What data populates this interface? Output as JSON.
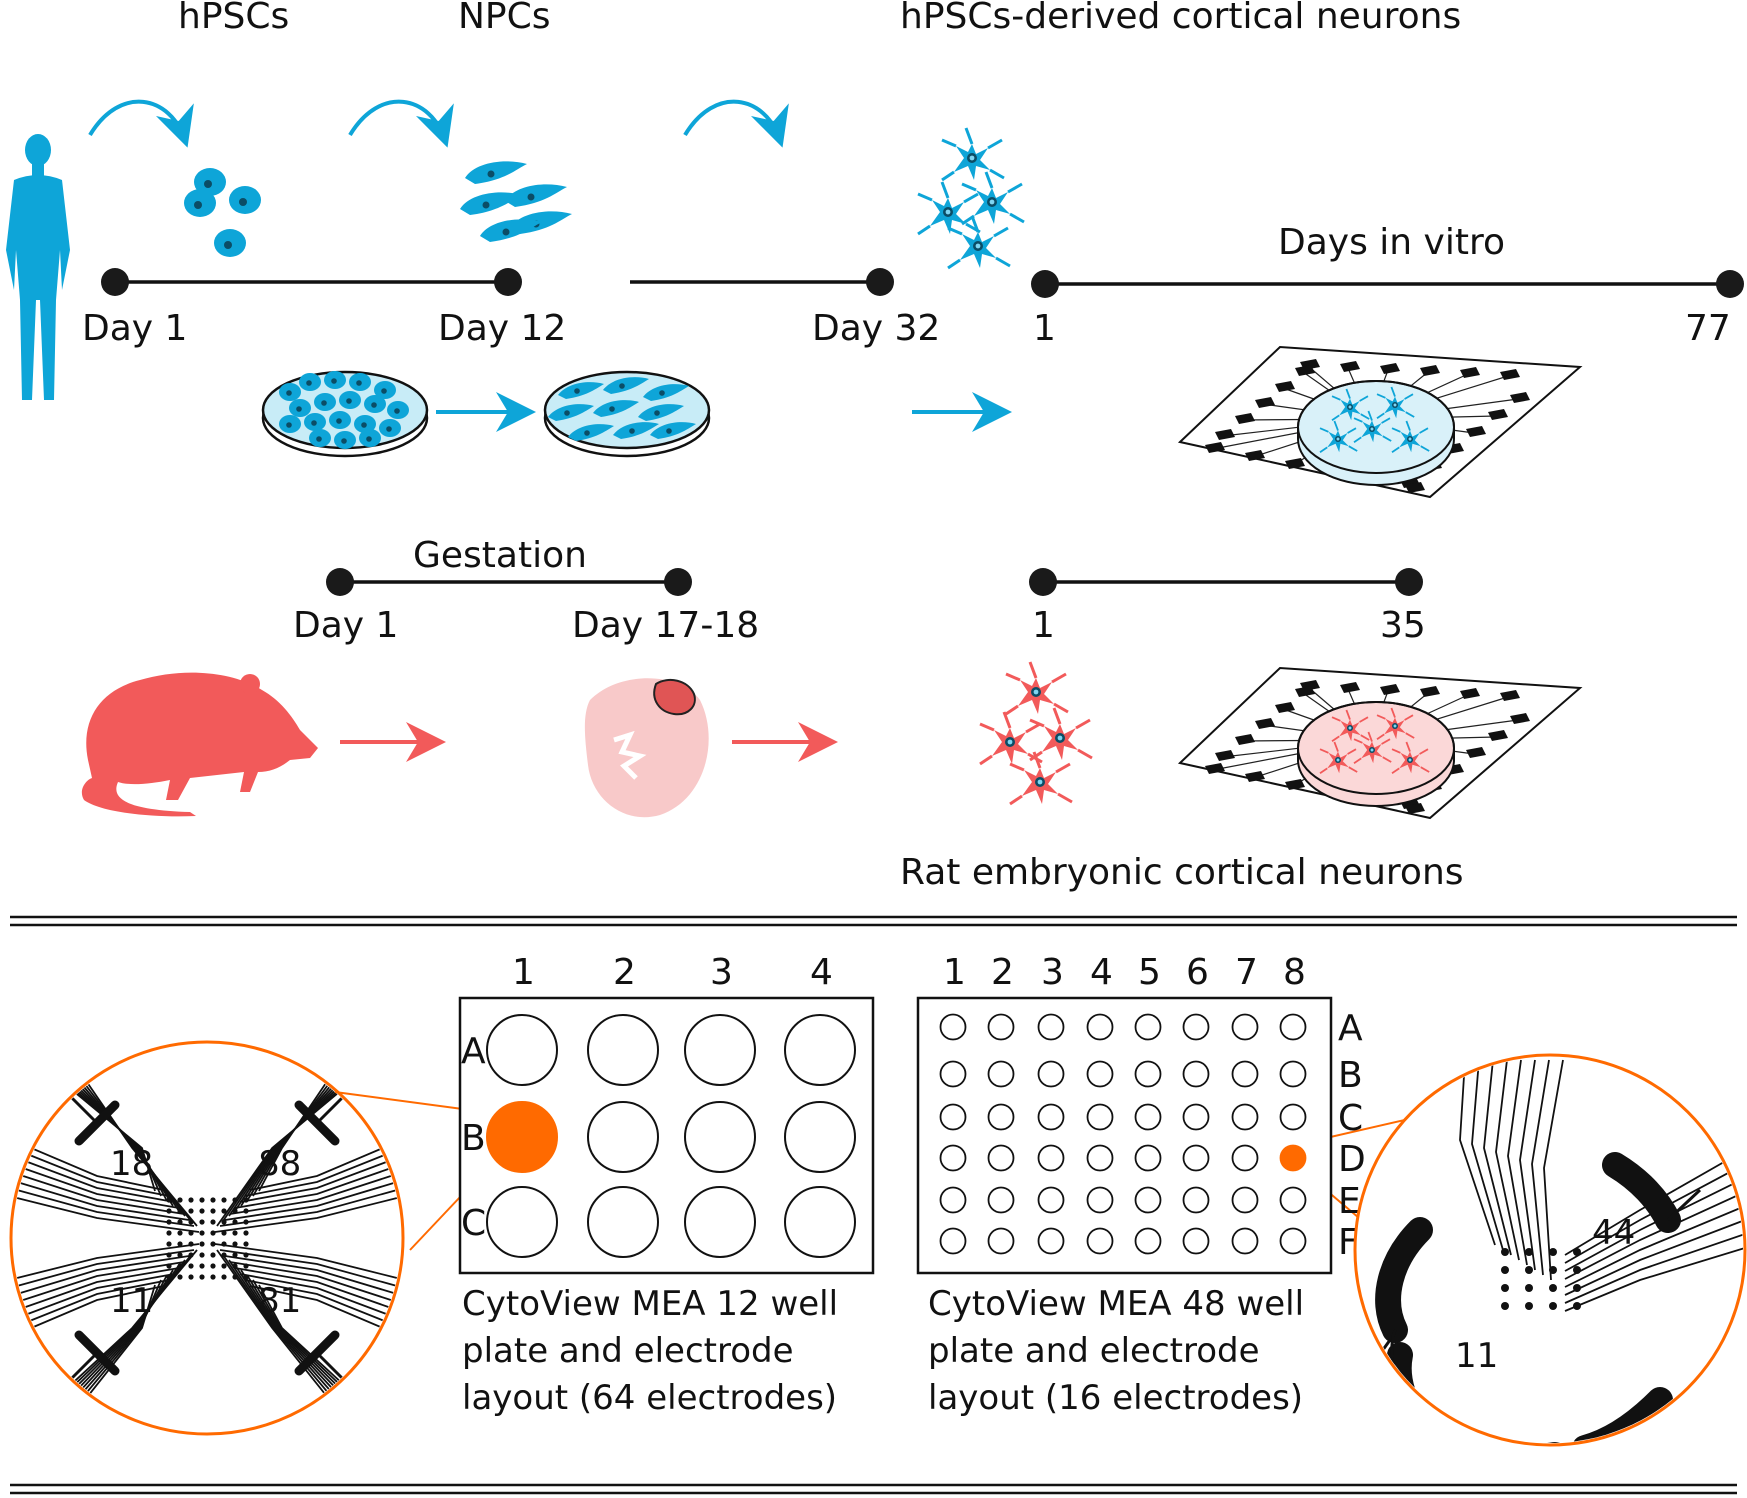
{
  "colors": {
    "human_blue": "#0ea5d8",
    "rat_red": "#f25a5a",
    "rat_pink": "#f8c9c9",
    "highlight_orange": "#ff6a00",
    "ink": "#111111"
  },
  "human": {
    "stage_labels": [
      "hPSCs",
      "NPCs",
      "hPSCs-derived cortical neurons"
    ],
    "timeline_days": [
      "Day 1",
      "Day 12",
      "Day 32"
    ],
    "culture_title": "Days in vitro",
    "culture_start": "1",
    "culture_end": "77"
  },
  "rat": {
    "gestation_title": "Gestation",
    "gestation_start": "Day 1",
    "gestation_end": "Day 17-18",
    "culture_start": "1",
    "culture_end": "35",
    "caption": "Rat embryonic cortical neurons"
  },
  "plate12": {
    "columns": [
      "1",
      "2",
      "3",
      "4"
    ],
    "rows": [
      "A",
      "B",
      "C"
    ],
    "highlight_row": 1,
    "highlight_col": 0,
    "caption_lines": [
      "CytoView MEA 12 well",
      "plate and electrode",
      "layout (64 electrodes)"
    ]
  },
  "plate48": {
    "columns": [
      "1",
      "2",
      "3",
      "4",
      "5",
      "6",
      "7",
      "8"
    ],
    "rows": [
      "A",
      "B",
      "C",
      "D",
      "E",
      "F"
    ],
    "highlight_row": 3,
    "highlight_col": 7,
    "caption_lines": [
      "CytoView MEA 48 well",
      "plate and electrode",
      "layout (16 electrodes)"
    ]
  },
  "layout64": {
    "quadrant_labels": [
      "18",
      "88",
      "11",
      "81"
    ]
  },
  "layout16": {
    "electrode_labels": [
      "44",
      "11"
    ]
  },
  "icons": [
    "human-silhouette-icon",
    "rat-silhouette-icon",
    "embryo-icon",
    "petri-dish-icon",
    "mea-plate-icon",
    "neuron-cluster-icon",
    "curved-arrow-icon"
  ]
}
